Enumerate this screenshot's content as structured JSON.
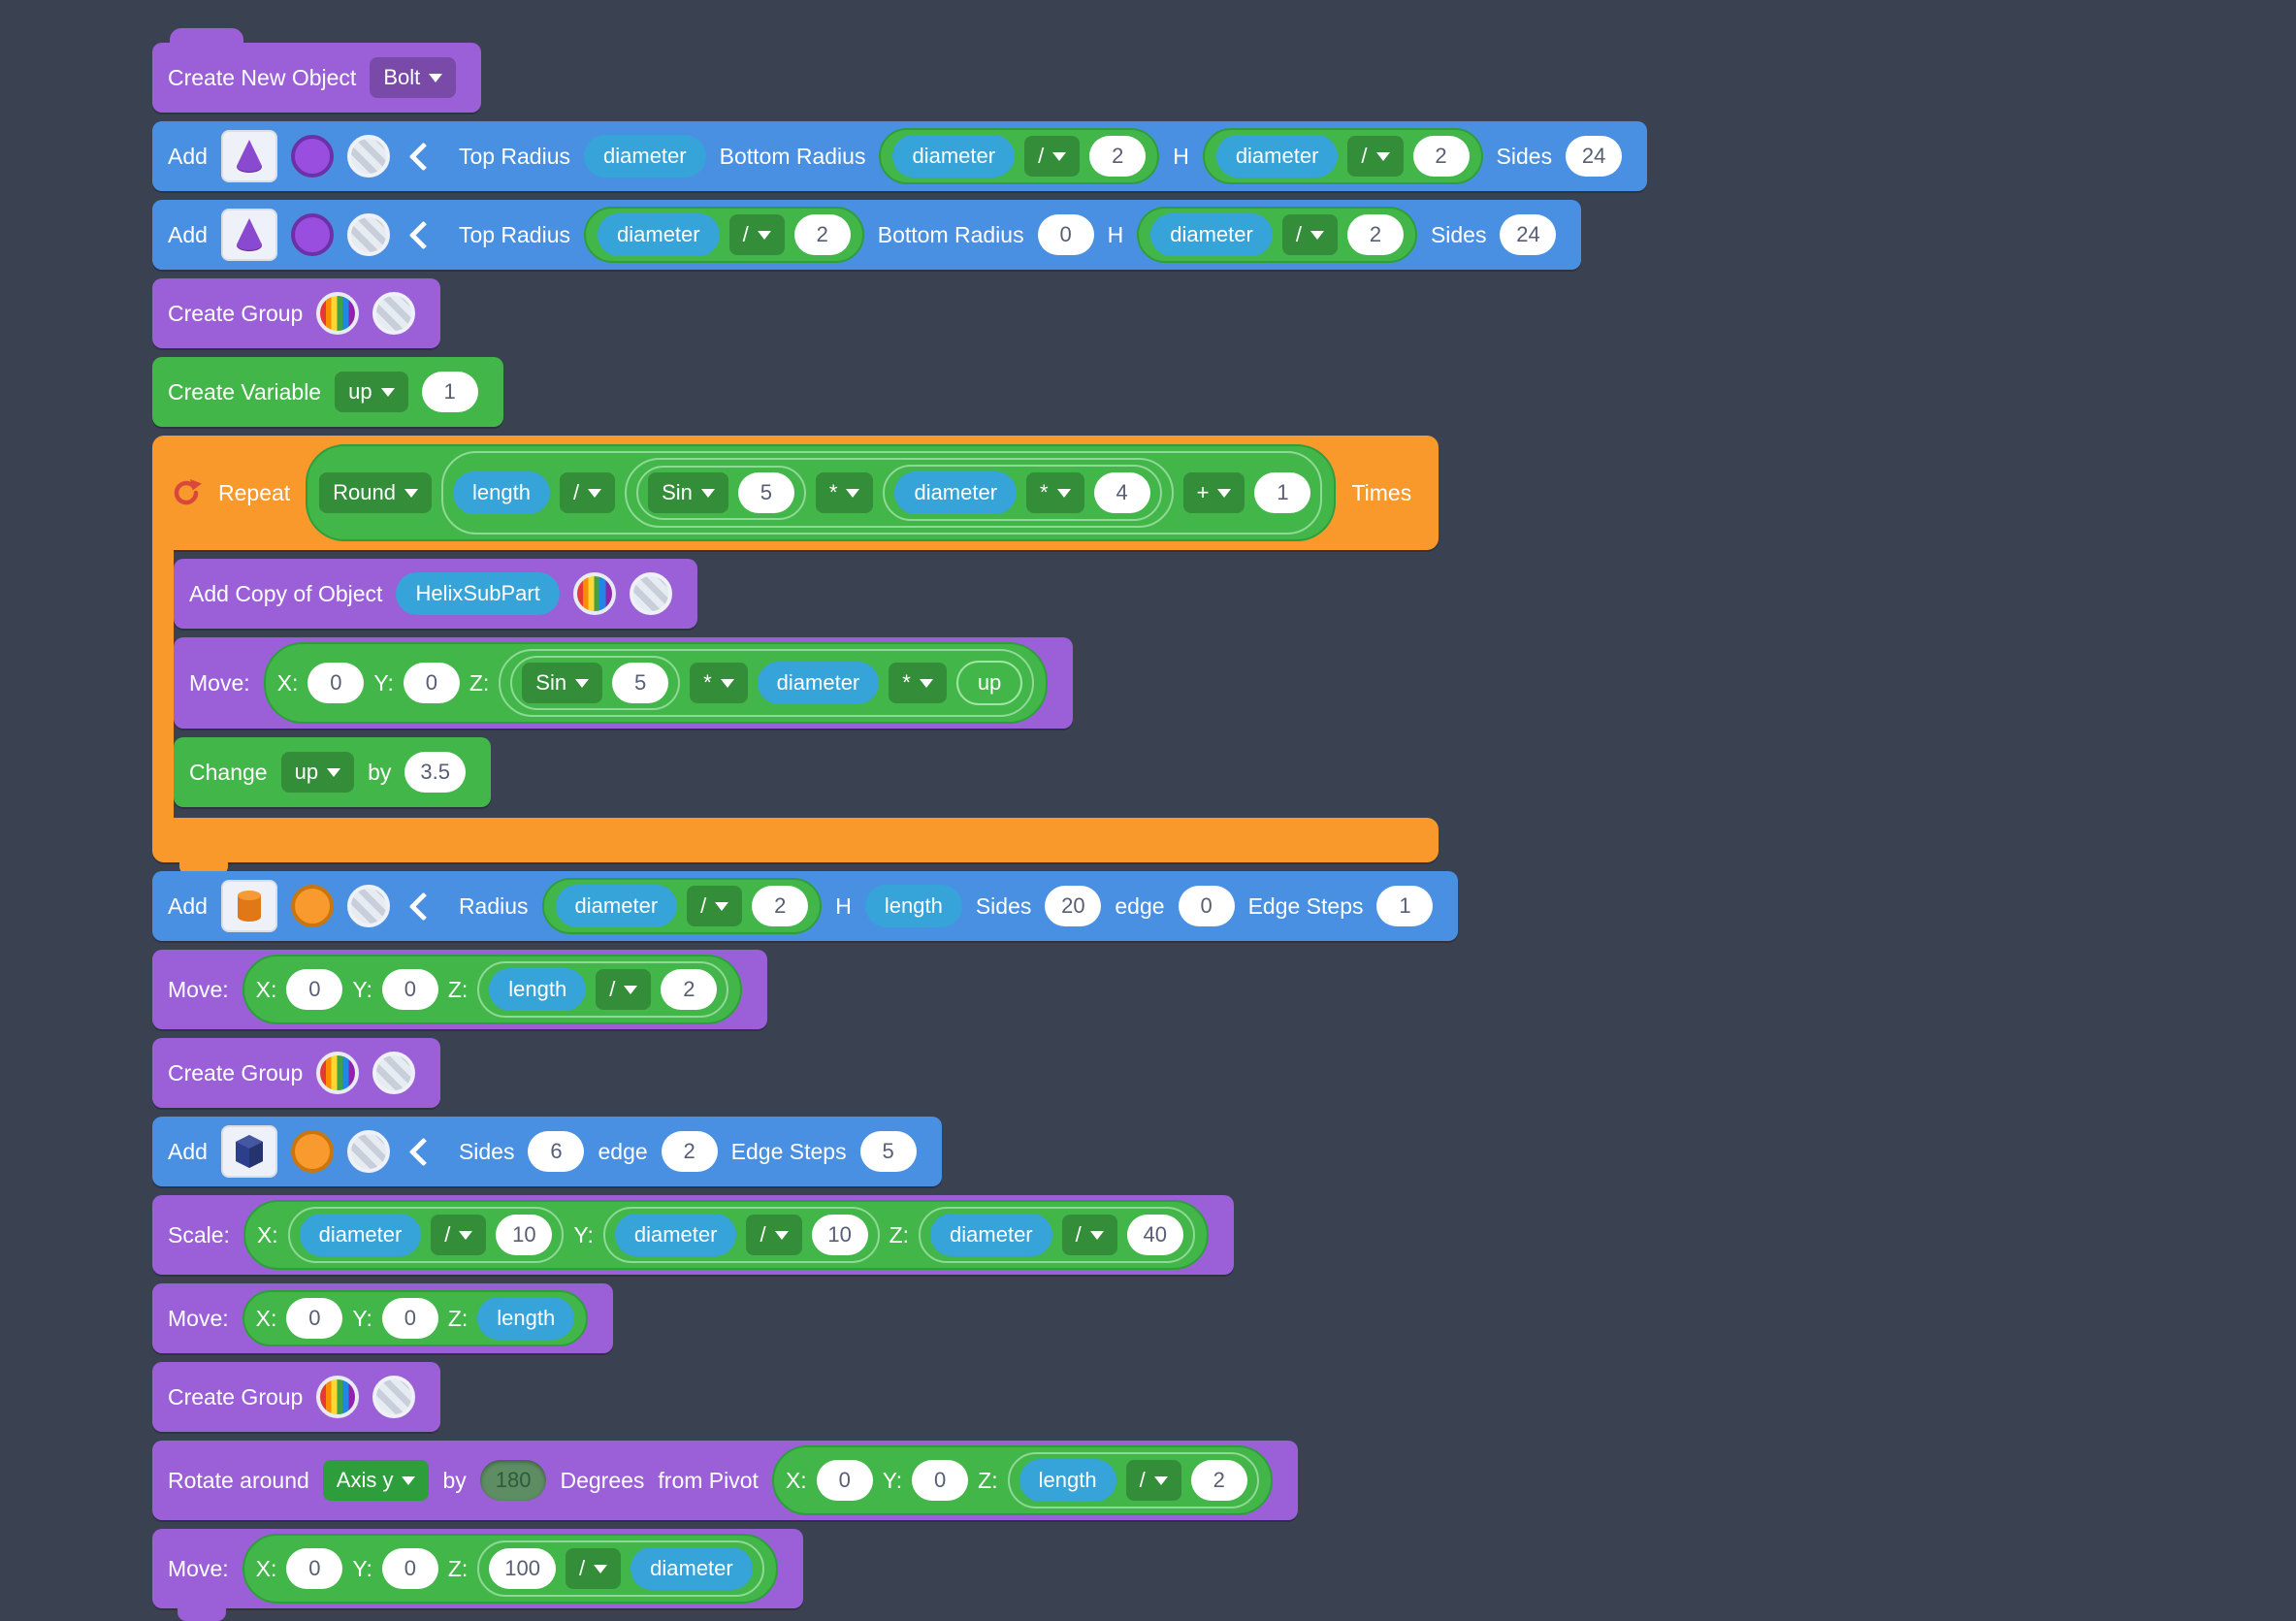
{
  "workspace": {
    "background": "#3a4252"
  },
  "colors": {
    "purple": "#9b5fd8",
    "blue": "#4a90e2",
    "green": "#43b649",
    "green_dark": "#2e9e3c",
    "orange": "#f9992c",
    "var_blue": "#36a3d9",
    "pill_text": "#575e75",
    "disabled_bg": "#5e8d63",
    "disabled_text": "#2e5b3c"
  },
  "blocks": [
    {
      "name": "create-new-object",
      "color": "purple",
      "first": true,
      "tokens": [
        {
          "t": "label",
          "v": "Create New Object"
        },
        {
          "t": "dd",
          "v": "Bolt",
          "n": "object-name-dropdown"
        }
      ]
    },
    {
      "name": "add-cone-1",
      "color": "blue",
      "tokens": [
        {
          "t": "label",
          "v": "Add"
        },
        {
          "t": "shape",
          "v": "cone"
        },
        {
          "t": "circle",
          "v": "purple",
          "n": "color-picker"
        },
        {
          "t": "circle",
          "v": "gray",
          "n": "texture-picker"
        },
        {
          "t": "chev"
        },
        {
          "t": "label",
          "v": "Top Radius"
        },
        {
          "t": "var",
          "v": "diameter"
        },
        {
          "t": "label",
          "v": "Bottom Radius"
        },
        {
          "t": "expr",
          "kids": [
            {
              "t": "var",
              "v": "diameter"
            },
            {
              "t": "dd",
              "v": "/"
            },
            {
              "t": "num",
              "v": "2"
            }
          ]
        },
        {
          "t": "label",
          "v": "H"
        },
        {
          "t": "expr",
          "kids": [
            {
              "t": "var",
              "v": "diameter"
            },
            {
              "t": "dd",
              "v": "/"
            },
            {
              "t": "num",
              "v": "2"
            }
          ]
        },
        {
          "t": "label",
          "v": "Sides"
        },
        {
          "t": "num",
          "v": "24"
        }
      ]
    },
    {
      "name": "add-cone-2",
      "color": "blue",
      "tokens": [
        {
          "t": "label",
          "v": "Add"
        },
        {
          "t": "shape",
          "v": "cone"
        },
        {
          "t": "circle",
          "v": "purple",
          "n": "color-picker"
        },
        {
          "t": "circle",
          "v": "gray",
          "n": "texture-picker"
        },
        {
          "t": "chev"
        },
        {
          "t": "label",
          "v": "Top Radius"
        },
        {
          "t": "expr",
          "kids": [
            {
              "t": "var",
              "v": "diameter"
            },
            {
              "t": "dd",
              "v": "/"
            },
            {
              "t": "num",
              "v": "2"
            }
          ]
        },
        {
          "t": "label",
          "v": "Bottom Radius"
        },
        {
          "t": "num",
          "v": "0"
        },
        {
          "t": "label",
          "v": "H"
        },
        {
          "t": "expr",
          "kids": [
            {
              "t": "var",
              "v": "diameter"
            },
            {
              "t": "dd",
              "v": "/"
            },
            {
              "t": "num",
              "v": "2"
            }
          ]
        },
        {
          "t": "label",
          "v": "Sides"
        },
        {
          "t": "num",
          "v": "24"
        }
      ]
    },
    {
      "name": "create-group-1",
      "color": "purple",
      "tokens": [
        {
          "t": "label",
          "v": "Create Group"
        },
        {
          "t": "circle",
          "v": "rainbow",
          "n": "rainbow-color-picker"
        },
        {
          "t": "circle",
          "v": "gray",
          "n": "texture-picker"
        }
      ]
    },
    {
      "name": "create-variable",
      "color": "green",
      "tokens": [
        {
          "t": "label",
          "v": "Create Variable"
        },
        {
          "t": "dd",
          "v": "up",
          "n": "variable-name-dropdown"
        },
        {
          "t": "num",
          "v": "1"
        }
      ]
    },
    {
      "name": "repeat-loop",
      "color": "orange",
      "c": true,
      "header": [
        {
          "t": "ricon"
        },
        {
          "t": "label",
          "v": "Repeat"
        },
        {
          "t": "expr",
          "kids": [
            {
              "t": "dd",
              "v": "Round",
              "n": "round-function-dropdown"
            },
            {
              "t": "ring",
              "kids": [
                {
                  "t": "var",
                  "v": "length"
                },
                {
                  "t": "dd",
                  "v": "/"
                },
                {
                  "t": "ring",
                  "kids": [
                    {
                      "t": "ring",
                      "kids": [
                        {
                          "t": "dd",
                          "v": "Sin",
                          "n": "sin-function-dropdown"
                        },
                        {
                          "t": "num",
                          "v": "5"
                        }
                      ]
                    },
                    {
                      "t": "dd",
                      "v": "*"
                    },
                    {
                      "t": "ring",
                      "kids": [
                        {
                          "t": "var",
                          "v": "diameter"
                        },
                        {
                          "t": "dd",
                          "v": "*"
                        },
                        {
                          "t": "num",
                          "v": "4"
                        }
                      ]
                    }
                  ]
                },
                {
                  "t": "dd",
                  "v": "+"
                },
                {
                  "t": "num",
                  "v": "1"
                }
              ]
            }
          ]
        },
        {
          "t": "label",
          "v": "Times"
        }
      ],
      "children": [
        {
          "name": "add-copy-of-object",
          "color": "purple",
          "tokens": [
            {
              "t": "label",
              "v": "Add Copy of Object"
            },
            {
              "t": "var",
              "v": "HelixSubPart",
              "n": "object-reference-pill"
            },
            {
              "t": "circle",
              "v": "rainbow",
              "n": "rainbow-color-picker"
            },
            {
              "t": "circle",
              "v": "gray",
              "n": "texture-picker"
            }
          ]
        },
        {
          "name": "move-1",
          "color": "purple",
          "tokens": [
            {
              "t": "label",
              "v": "Move:"
            },
            {
              "t": "expr",
              "kids": [
                {
                  "t": "label",
                  "v": "X:"
                },
                {
                  "t": "num",
                  "v": "0"
                },
                {
                  "t": "label",
                  "v": "Y:"
                },
                {
                  "t": "num",
                  "v": "0"
                },
                {
                  "t": "label",
                  "v": "Z:"
                },
                {
                  "t": "ring",
                  "kids": [
                    {
                      "t": "ring",
                      "kids": [
                        {
                          "t": "dd",
                          "v": "Sin",
                          "n": "sin-function-dropdown"
                        },
                        {
                          "t": "num",
                          "v": "5"
                        }
                      ]
                    },
                    {
                      "t": "dd",
                      "v": "*"
                    },
                    {
                      "t": "var",
                      "v": "diameter"
                    },
                    {
                      "t": "dd",
                      "v": "*"
                    },
                    {
                      "t": "gvar",
                      "v": "up"
                    }
                  ]
                }
              ]
            }
          ]
        },
        {
          "name": "change-variable",
          "color": "green",
          "tokens": [
            {
              "t": "label",
              "v": "Change"
            },
            {
              "t": "dd",
              "v": "up",
              "n": "variable-name-dropdown"
            },
            {
              "t": "label",
              "v": "by"
            },
            {
              "t": "num",
              "v": "3.5"
            }
          ]
        }
      ]
    },
    {
      "name": "add-cylinder",
      "color": "blue",
      "tokens": [
        {
          "t": "label",
          "v": "Add"
        },
        {
          "t": "shape",
          "v": "cylinder"
        },
        {
          "t": "circle",
          "v": "orange",
          "n": "color-picker"
        },
        {
          "t": "circle",
          "v": "gray",
          "n": "texture-picker"
        },
        {
          "t": "chev"
        },
        {
          "t": "label",
          "v": "Radius"
        },
        {
          "t": "expr",
          "kids": [
            {
              "t": "var",
              "v": "diameter"
            },
            {
              "t": "dd",
              "v": "/"
            },
            {
              "t": "num",
              "v": "2"
            }
          ]
        },
        {
          "t": "label",
          "v": "H"
        },
        {
          "t": "var",
          "v": "length"
        },
        {
          "t": "label",
          "v": "Sides"
        },
        {
          "t": "num",
          "v": "20"
        },
        {
          "t": "label",
          "v": "edge"
        },
        {
          "t": "num",
          "v": "0"
        },
        {
          "t": "label",
          "v": "Edge Steps"
        },
        {
          "t": "num",
          "v": "1"
        }
      ]
    },
    {
      "name": "move-2",
      "color": "purple",
      "tokens": [
        {
          "t": "label",
          "v": "Move:"
        },
        {
          "t": "expr",
          "kids": [
            {
              "t": "label",
              "v": "X:"
            },
            {
              "t": "num",
              "v": "0"
            },
            {
              "t": "label",
              "v": "Y:"
            },
            {
              "t": "num",
              "v": "0"
            },
            {
              "t": "label",
              "v": "Z:"
            },
            {
              "t": "ring",
              "kids": [
                {
                  "t": "var",
                  "v": "length"
                },
                {
                  "t": "dd",
                  "v": "/"
                },
                {
                  "t": "num",
                  "v": "2"
                }
              ]
            }
          ]
        }
      ]
    },
    {
      "name": "create-group-2",
      "color": "purple",
      "tokens": [
        {
          "t": "label",
          "v": "Create Group"
        },
        {
          "t": "circle",
          "v": "rainbow",
          "n": "rainbow-color-picker"
        },
        {
          "t": "circle",
          "v": "gray",
          "n": "texture-picker"
        }
      ]
    },
    {
      "name": "add-cube",
      "color": "blue",
      "tokens": [
        {
          "t": "label",
          "v": "Add"
        },
        {
          "t": "shape",
          "v": "cube"
        },
        {
          "t": "circle",
          "v": "orange",
          "n": "color-picker"
        },
        {
          "t": "circle",
          "v": "gray",
          "n": "texture-picker"
        },
        {
          "t": "chev"
        },
        {
          "t": "label",
          "v": "Sides"
        },
        {
          "t": "num",
          "v": "6"
        },
        {
          "t": "label",
          "v": "edge"
        },
        {
          "t": "num",
          "v": "2"
        },
        {
          "t": "label",
          "v": "Edge Steps"
        },
        {
          "t": "num",
          "v": "5"
        }
      ]
    },
    {
      "name": "scale",
      "color": "purple",
      "tokens": [
        {
          "t": "label",
          "v": "Scale:"
        },
        {
          "t": "expr",
          "kids": [
            {
              "t": "label",
              "v": "X:"
            },
            {
              "t": "ring",
              "kids": [
                {
                  "t": "var",
                  "v": "diameter"
                },
                {
                  "t": "dd",
                  "v": "/"
                },
                {
                  "t": "num",
                  "v": "10"
                }
              ]
            },
            {
              "t": "label",
              "v": "Y:"
            },
            {
              "t": "ring",
              "kids": [
                {
                  "t": "var",
                  "v": "diameter"
                },
                {
                  "t": "dd",
                  "v": "/"
                },
                {
                  "t": "num",
                  "v": "10"
                }
              ]
            },
            {
              "t": "label",
              "v": "Z:"
            },
            {
              "t": "ring",
              "kids": [
                {
                  "t": "var",
                  "v": "diameter"
                },
                {
                  "t": "dd",
                  "v": "/"
                },
                {
                  "t": "num",
                  "v": "40"
                }
              ]
            }
          ]
        }
      ]
    },
    {
      "name": "move-3",
      "color": "purple",
      "tokens": [
        {
          "t": "label",
          "v": "Move:"
        },
        {
          "t": "expr",
          "kids": [
            {
              "t": "label",
              "v": "X:"
            },
            {
              "t": "num",
              "v": "0"
            },
            {
              "t": "label",
              "v": "Y:"
            },
            {
              "t": "num",
              "v": "0"
            },
            {
              "t": "label",
              "v": "Z:"
            },
            {
              "t": "var",
              "v": "length"
            }
          ]
        }
      ]
    },
    {
      "name": "create-group-3",
      "color": "purple",
      "tokens": [
        {
          "t": "label",
          "v": "Create Group"
        },
        {
          "t": "circle",
          "v": "rainbow",
          "n": "rainbow-color-picker"
        },
        {
          "t": "circle",
          "v": "gray",
          "n": "texture-picker"
        }
      ]
    },
    {
      "name": "rotate-around",
      "color": "purple",
      "tokens": [
        {
          "t": "label",
          "v": "Rotate around"
        },
        {
          "t": "ddg",
          "v": "Axis y",
          "n": "axis-dropdown"
        },
        {
          "t": "label",
          "v": "by"
        },
        {
          "t": "numd",
          "v": "180"
        },
        {
          "t": "label",
          "v": "Degrees"
        },
        {
          "t": "label",
          "v": "from Pivot"
        },
        {
          "t": "expr",
          "kids": [
            {
              "t": "label",
              "v": "X:"
            },
            {
              "t": "num",
              "v": "0"
            },
            {
              "t": "label",
              "v": "Y:"
            },
            {
              "t": "num",
              "v": "0"
            },
            {
              "t": "label",
              "v": "Z:"
            },
            {
              "t": "ring",
              "kids": [
                {
                  "t": "var",
                  "v": "length"
                },
                {
                  "t": "dd",
                  "v": "/"
                },
                {
                  "t": "num",
                  "v": "2"
                }
              ]
            }
          ]
        }
      ]
    },
    {
      "name": "move-4",
      "color": "purple",
      "last": true,
      "tokens": [
        {
          "t": "label",
          "v": "Move:"
        },
        {
          "t": "expr",
          "kids": [
            {
              "t": "label",
              "v": "X:"
            },
            {
              "t": "num",
              "v": "0"
            },
            {
              "t": "label",
              "v": "Y:"
            },
            {
              "t": "num",
              "v": "0"
            },
            {
              "t": "label",
              "v": "Z:"
            },
            {
              "t": "ring",
              "kids": [
                {
                  "t": "num",
                  "v": "100"
                },
                {
                  "t": "dd",
                  "v": "/"
                },
                {
                  "t": "var",
                  "v": "diameter"
                }
              ]
            }
          ]
        }
      ]
    }
  ]
}
